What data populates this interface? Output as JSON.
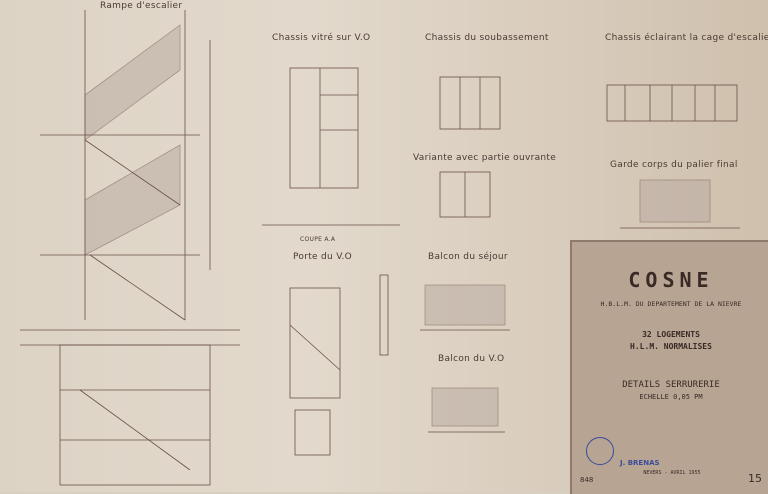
{
  "drawings": {
    "rampe": "Rampe d'escalier",
    "chassis_vitre": "Chassis vitré sur V.O",
    "chassis_soubassement": "Chassis du soubassement",
    "chassis_cage": "Chassis éclairant la cage d'escalier",
    "variante": "Variante avec partie ouvrante",
    "garde_corps": "Garde corps du palier final",
    "porte": "Porte du V.O",
    "balcon_sejour": "Balcon du séjour",
    "balcon_vo": "Balcon du V.O",
    "coupe": "COUPE A.A"
  },
  "title_block": {
    "city": "COSNE",
    "client": "H.B.L.M. DU DEPARTEMENT DE LA NIEVRE",
    "project_line1": "32 LOGEMENTS",
    "project_line2": "H.L.M. NORMALISES",
    "sheet_title": "DETAILS SERRURERIE",
    "scale": "ECHELLE 0,05 PM",
    "architect": "J. BRENAS",
    "date": "NEVERS - AVRIL 1955",
    "number_left": "848",
    "sheet_number": "15"
  },
  "colors": {
    "ink": "#5a4038",
    "stamp": "#3c4c9a",
    "paper": "#ddd3c5",
    "title_block": "#b7a493"
  }
}
